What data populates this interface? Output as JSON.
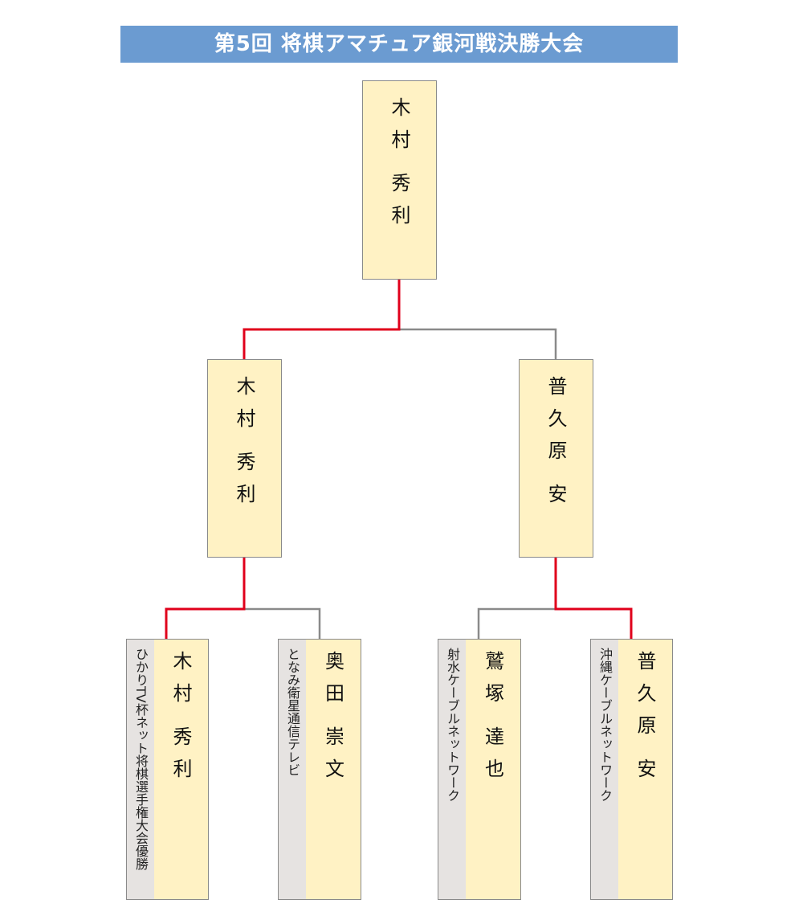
{
  "title": "第5回 将棋アマチュア銀河戦決勝大会",
  "colors": {
    "winner_line": "#e0001b",
    "loser_line": "#8a8a8a",
    "title_bg": "#6b9bd1",
    "box_bg": "#fff2c4",
    "strip_bg": "#e6e3e1"
  },
  "champion": {
    "surname": "木村",
    "given": "秀利"
  },
  "semifinal": [
    {
      "surname": "木村",
      "given": "秀利"
    },
    {
      "surname": "普久原",
      "given": "安"
    }
  ],
  "players": [
    {
      "surname": "木村",
      "given": "秀利",
      "affiliation": "ひかりTV杯ネット将棋選手権大会優勝"
    },
    {
      "surname": "奥田",
      "given": "崇文",
      "affiliation": "となみ衛星通信テレビ"
    },
    {
      "surname": "鷲塚",
      "given": "達也",
      "affiliation": "射水ケーブルネットワーク"
    },
    {
      "surname": "普久原",
      "given": "安",
      "affiliation": "沖縄ケーブルネットワーク"
    }
  ]
}
